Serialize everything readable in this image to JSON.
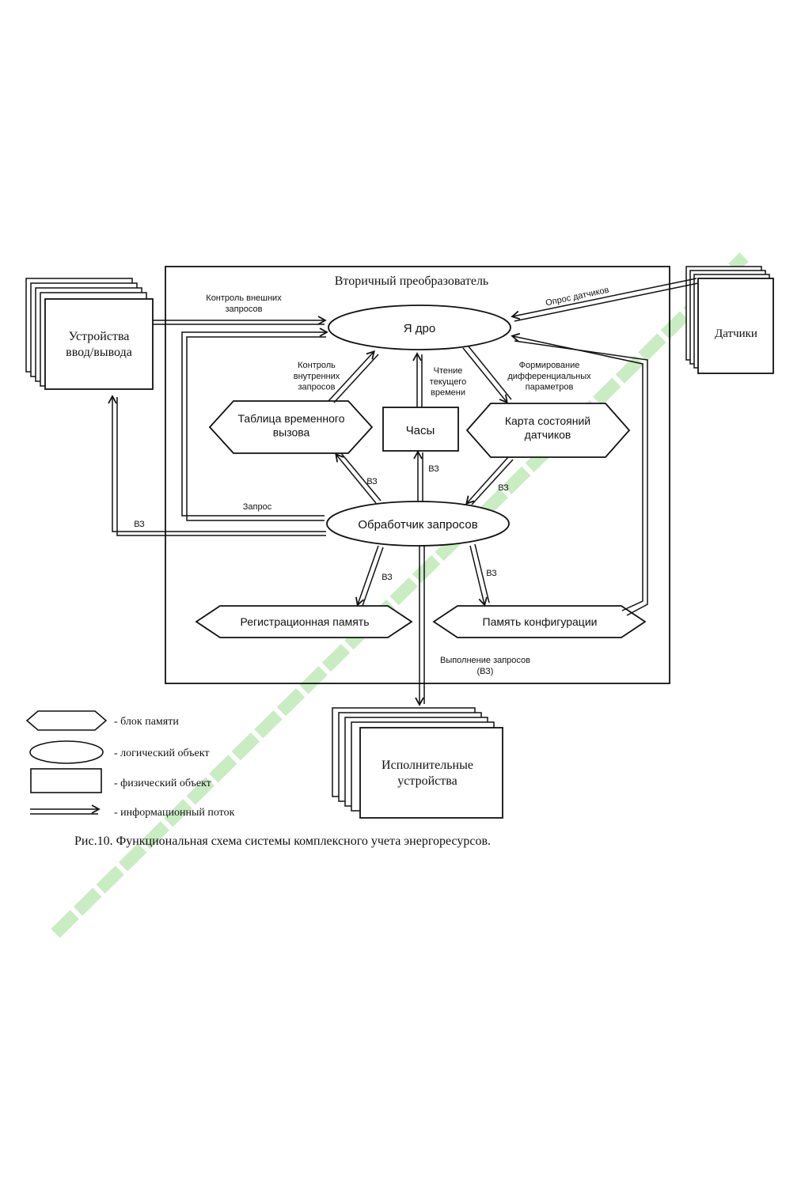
{
  "title": "Вторичный преобразователь",
  "nodes": {
    "io_devices": "Устройства\nввод/вывода",
    "sensors": "Датчики",
    "core": "Я дро",
    "time_table": "Таблица временного\nвызова",
    "clock": "Часы",
    "sensor_map": "Карта состояний\nдатчиков",
    "request_handler": "Обработчик запросов",
    "reg_memory": "Регистрационная память",
    "config_memory": "Память конфигурации",
    "actuators": "Исполнительные\nустройства"
  },
  "edge_labels": {
    "ext_requests": "Контроль внешних\nзапросов",
    "int_requests": "Контроль\nвнутренних\nзапросов",
    "read_time": "Чтение\nтекущего\nвремени",
    "diff_params": "Формирование\nдифференциальных\nпараметров",
    "sensor_poll": "Опрос датчиков",
    "request": "Запрос",
    "bz_io": "ВЗ",
    "bz_table": "ВЗ",
    "bz_clock": "ВЗ",
    "bz_map": "ВЗ",
    "bz_reg": "ВЗ",
    "bz_config": "ВЗ",
    "execute": "Выполнение запросов\n(ВЗ)"
  },
  "legend": [
    {
      "shape": "hexagon",
      "label": "- блок памяти"
    },
    {
      "shape": "ellipse",
      "label": "- логический объект"
    },
    {
      "shape": "rect",
      "label": "- физический объект"
    },
    {
      "shape": "arrow",
      "label": "- информационный поток"
    }
  ],
  "caption": "Рис.10. Функциональная схема системы комплексного учета энергоресурсов.",
  "colors": {
    "ink": "#111111",
    "watermark": "#b8e6b0"
  }
}
